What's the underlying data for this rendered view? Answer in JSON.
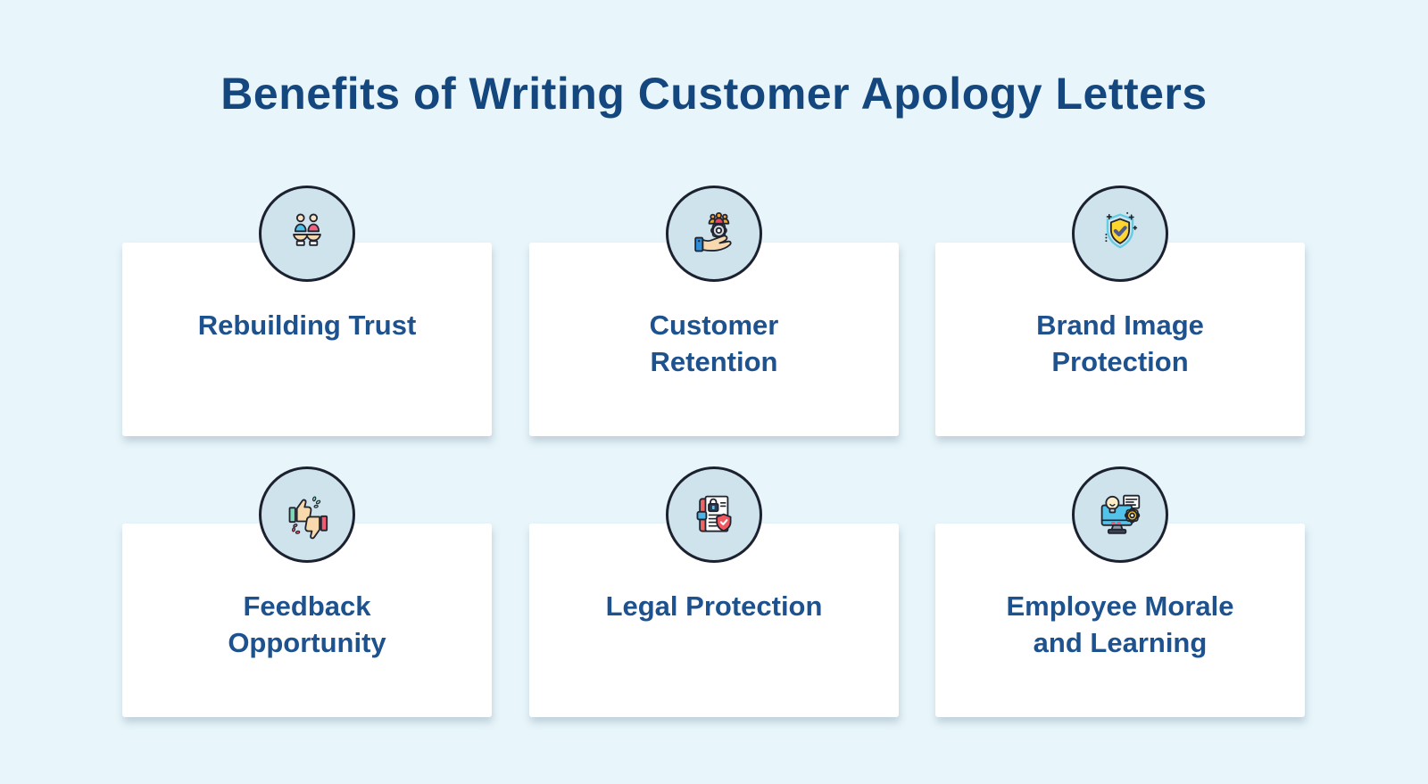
{
  "title": "Benefits of Writing Customer Apology Letters",
  "cards": [
    {
      "label": "Rebuilding Trust",
      "icon": "hands-cradling-people-icon"
    },
    {
      "label": "Customer\nRetention",
      "icon": "hand-holding-team-gear-icon"
    },
    {
      "label": "Brand Image\nProtection",
      "icon": "shield-checkmark-icon"
    },
    {
      "label": "Feedback\nOpportunity",
      "icon": "thumbs-up-down-icon"
    },
    {
      "label": "Legal Protection",
      "icon": "document-lock-shield-icon"
    },
    {
      "label": "Employee Morale\nand Learning",
      "icon": "monitor-lightbulb-gear-icon"
    }
  ],
  "colors": {
    "background": "#e8f6fb",
    "card": "#ffffff",
    "title_text": "#15477f",
    "card_text": "#1d528e",
    "icon_circle_fill": "#cfe3ed",
    "icon_circle_border": "#1c2130"
  }
}
